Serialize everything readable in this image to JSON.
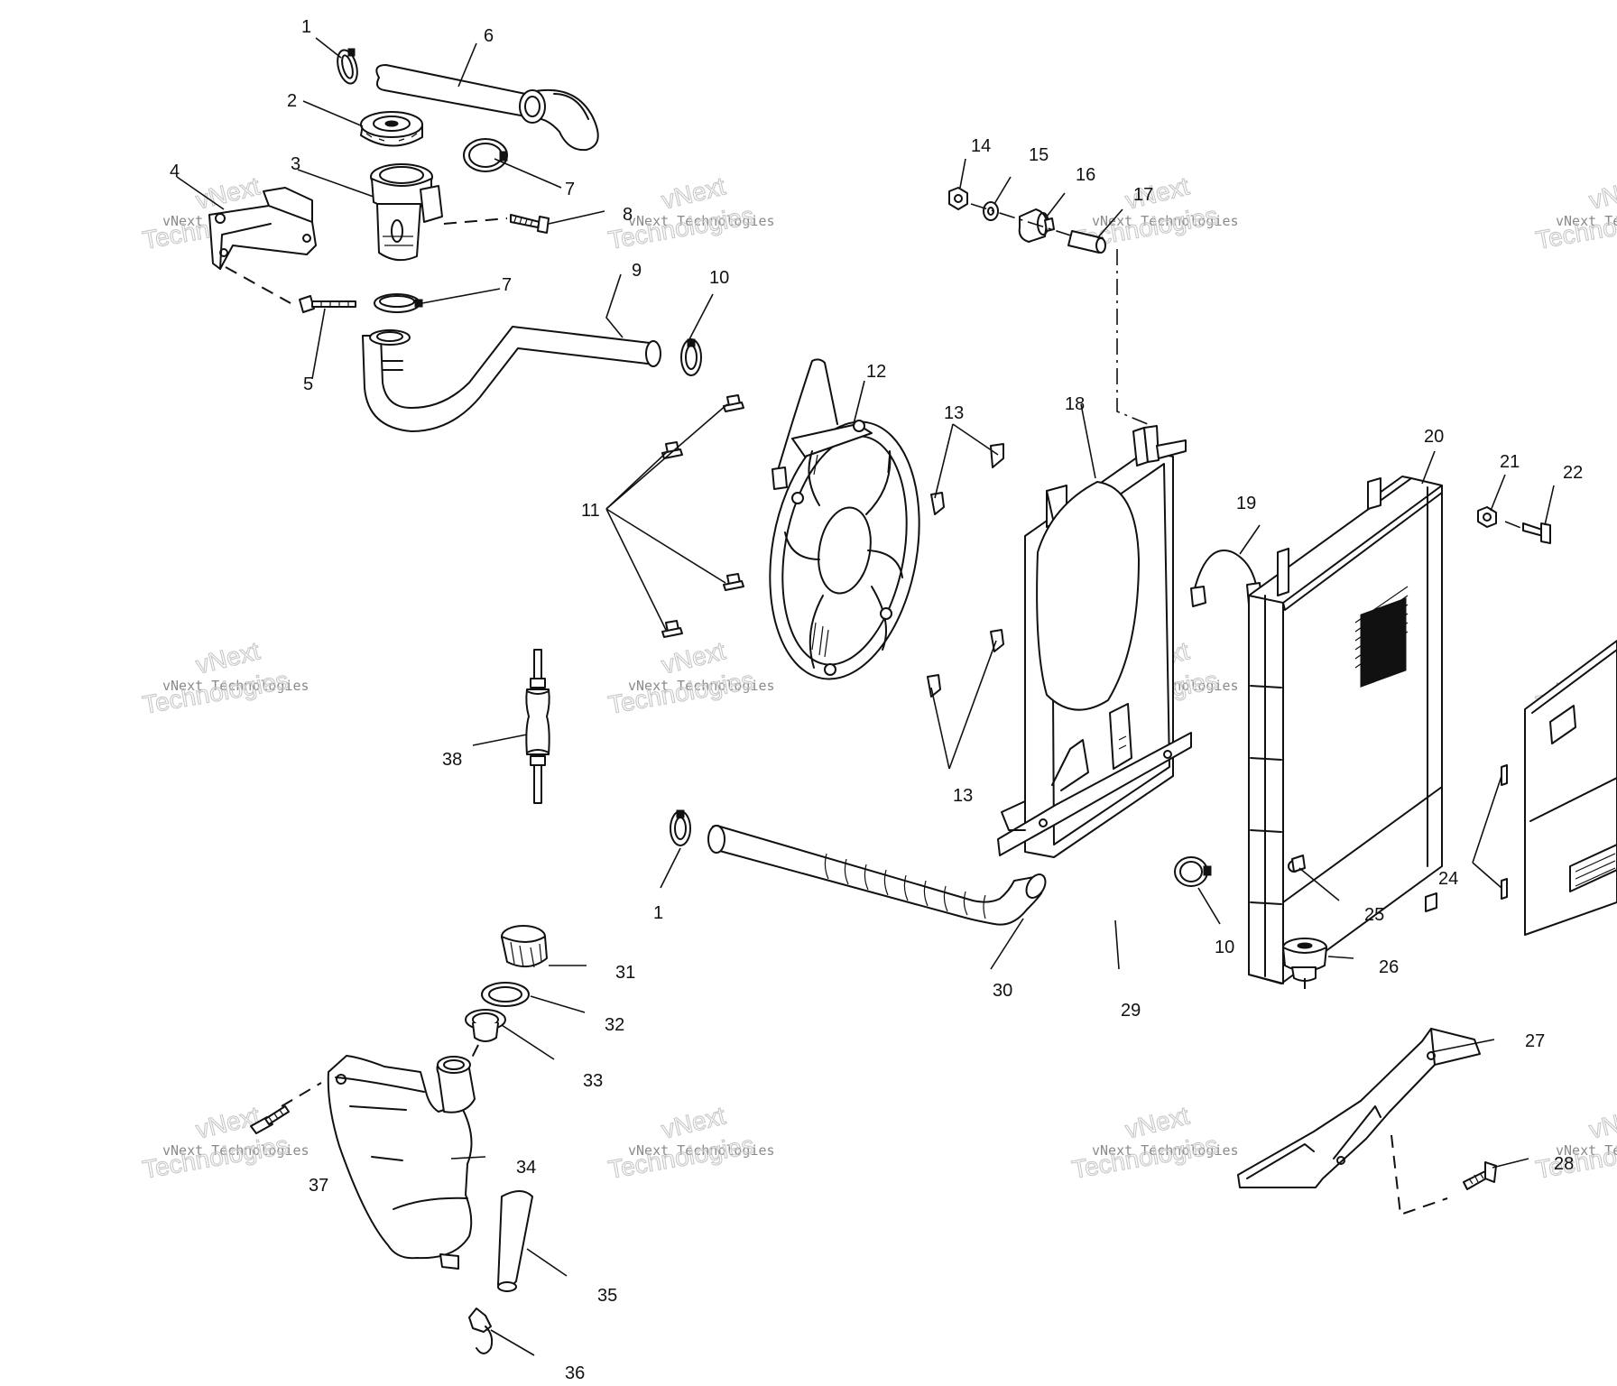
{
  "watermark": {
    "line1": "vNext",
    "line2": "vNext Technologies",
    "line3": "Technologies"
  },
  "callouts": [
    {
      "id": "c1a",
      "text": "1"
    },
    {
      "id": "c2",
      "text": "2"
    },
    {
      "id": "c3",
      "text": "3"
    },
    {
      "id": "c4",
      "text": "4"
    },
    {
      "id": "c5",
      "text": "5"
    },
    {
      "id": "c6",
      "text": "6"
    },
    {
      "id": "c7a",
      "text": "7"
    },
    {
      "id": "c7b",
      "text": "7"
    },
    {
      "id": "c8",
      "text": "8"
    },
    {
      "id": "c9",
      "text": "9"
    },
    {
      "id": "c10a",
      "text": "10"
    },
    {
      "id": "c11",
      "text": "11"
    },
    {
      "id": "c12",
      "text": "12"
    },
    {
      "id": "c13a",
      "text": "13"
    },
    {
      "id": "c13b",
      "text": "13"
    },
    {
      "id": "c14",
      "text": "14"
    },
    {
      "id": "c15",
      "text": "15"
    },
    {
      "id": "c16",
      "text": "16"
    },
    {
      "id": "c17",
      "text": "17"
    },
    {
      "id": "c18",
      "text": "18"
    },
    {
      "id": "c19",
      "text": "19"
    },
    {
      "id": "c20",
      "text": "20"
    },
    {
      "id": "c21",
      "text": "21"
    },
    {
      "id": "c22",
      "text": "22"
    },
    {
      "id": "c24",
      "text": "24"
    },
    {
      "id": "c25",
      "text": "25"
    },
    {
      "id": "c26",
      "text": "26"
    },
    {
      "id": "c27",
      "text": "27"
    },
    {
      "id": "c28",
      "text": "28"
    },
    {
      "id": "c29",
      "text": "29"
    },
    {
      "id": "c30",
      "text": "30"
    },
    {
      "id": "c1b",
      "text": "1"
    },
    {
      "id": "c10b",
      "text": "10"
    },
    {
      "id": "c31",
      "text": "31"
    },
    {
      "id": "c32",
      "text": "32"
    },
    {
      "id": "c33",
      "text": "33"
    },
    {
      "id": "c34",
      "text": "34"
    },
    {
      "id": "c35",
      "text": "35"
    },
    {
      "id": "c36",
      "text": "36"
    },
    {
      "id": "c37",
      "text": "37"
    },
    {
      "id": "c38",
      "text": "38"
    }
  ]
}
